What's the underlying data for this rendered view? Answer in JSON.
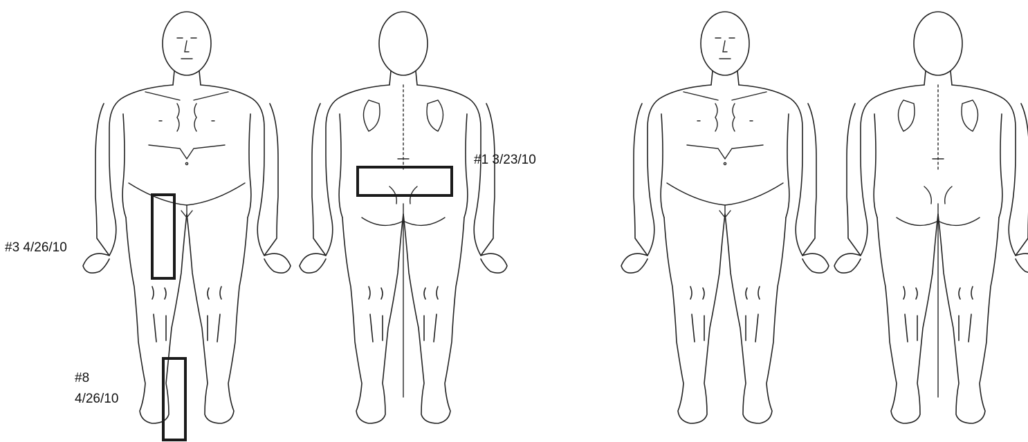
{
  "figures": [
    {
      "view": "front"
    },
    {
      "view": "back"
    },
    {
      "view": "front"
    },
    {
      "view": "back"
    }
  ],
  "annotations": [
    {
      "id": "marker-1",
      "number": "#1",
      "date": "3/23/10",
      "text": "#1  3/23/10"
    },
    {
      "id": "marker-3",
      "number": "#3",
      "date": "4/26/10",
      "text": "#3  4/26/10"
    },
    {
      "id": "marker-8",
      "number": "#8",
      "date": "4/26/10"
    }
  ],
  "colors": {
    "line": "#222222",
    "marker": "#1a1a1a",
    "background": "#ffffff"
  }
}
